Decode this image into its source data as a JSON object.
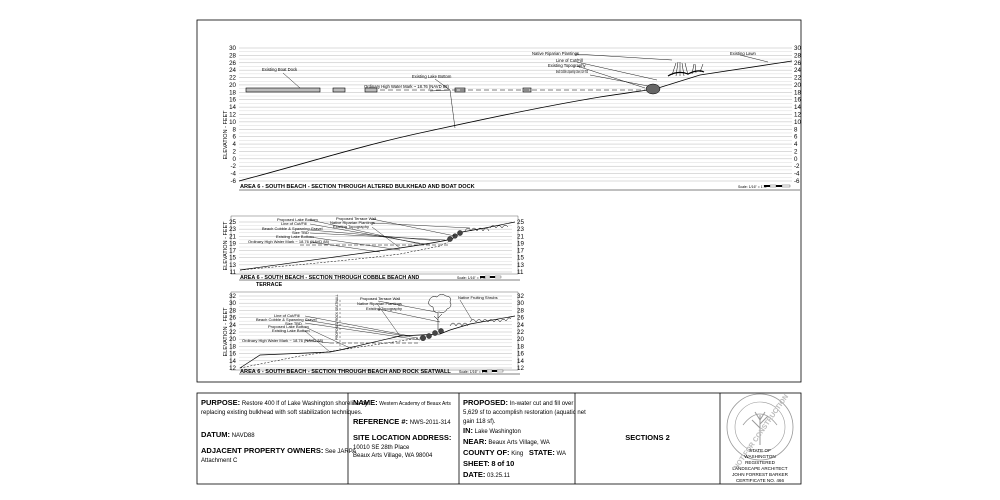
{
  "sections": [
    {
      "title": "AREA 6 - SOUTH BEACH - SECTION THROUGH ALTERED BULKHEAD AND BOAT DOCK",
      "axis_label": "ELEVATION - FEET",
      "ticks": [
        "30",
        "28",
        "26",
        "24",
        "22",
        "20",
        "18",
        "16",
        "14",
        "12",
        "10",
        "8",
        "6",
        "4",
        "2",
        "0",
        "-2",
        "-4",
        "-6"
      ],
      "right_ticks": [
        "30",
        "28",
        "26",
        "24",
        "22",
        "20",
        "18",
        "16",
        "14",
        "12",
        "10",
        "8",
        "6",
        "4",
        "2",
        "0",
        "-2",
        "-4",
        "-6"
      ],
      "scale": "Scale: 1/16\" = 1'-0\"",
      "callouts": {
        "boat_dock": "Existing Boat Dock",
        "lake_bottom": "Existing Lake Bottom",
        "ohwm": "Ordinary High Water Mark ~ 18.76 (NAVD 88)",
        "riparian": "Native Riparian Plantings",
        "cut_fill": "Line of Cut/Fill",
        "topo": "Existing Topography",
        "cobble": "Beach Cobble & Spawning Gravel, Size TBD",
        "lawn": "Existing Lawn"
      }
    },
    {
      "title": "AREA 6 - SOUTH BEACH - SECTION THROUGH COBBLE BEACH AND TERRACE",
      "axis_label": "ELEVATION - FEET",
      "ticks": [
        "25",
        "23",
        "21",
        "19",
        "17",
        "15",
        "13",
        "11"
      ],
      "right_ticks": [
        "25",
        "23",
        "21",
        "19",
        "17",
        "15",
        "13",
        "11"
      ],
      "scale": "Scale: 1/16\" = 1'-0\"",
      "callouts": {
        "proposed_bottom": "Proposed Lake Bottom",
        "cut_fill": "Line of Cut/Fill",
        "cobble": "Beach Cobble & Spawning Gravel",
        "size": "Size TBD",
        "lake_bottom": "Existing Lake Bottom",
        "ohwm": "Ordinary High Water Mark ~ 18.76 (NAVD 88)",
        "terrace_wall": "Proposed Terrace Wall",
        "riparian": "Native Riparian Plantings",
        "topo": "Existing Topography"
      }
    },
    {
      "title": "AREA 6 - SOUTH BEACH - SECTION THROUGH BEACH AND ROCK SEATWALL",
      "axis_label": "ELEVATION - FEET",
      "ticks": [
        "32",
        "30",
        "28",
        "26",
        "24",
        "22",
        "20",
        "18",
        "16",
        "14",
        "12"
      ],
      "right_ticks": [
        "32",
        "30",
        "28",
        "26",
        "24",
        "22",
        "20",
        "18",
        "16",
        "14",
        "12"
      ],
      "scale": "Scale: 1/16\" = 1'-0\"",
      "callouts": {
        "cut_fill": "Line of Cut/Fill",
        "cobble": "Beach Cobble & Spawning Gravel",
        "size": "Size TBD",
        "proposed_bottom": "Proposed Lake Bottom",
        "lake_bottom": "Existing Lake Bottom",
        "ohwm": "Ordinary High Water Mark ~ 18.76 (NAVD 88)",
        "terrace_wall": "Proposed Terrace Wall",
        "riparian": "Native Riparian Plantings",
        "topo": "Existing Topography",
        "shrubs": "Native Fruiting Shrubs",
        "vertical": "PROPOSED ROCK SEATWALL"
      }
    }
  ],
  "title_block": {
    "purpose_label": "PURPOSE:",
    "purpose_text1": "Restore 400 lf of Lake Washington shoreline by",
    "purpose_text2": "replacing existing bulkhead with soft stabilization techniques.",
    "datum_label": "DATUM:",
    "datum_value": "NAVD88",
    "adjacent_label": "ADJACENT PROPERTY OWNERS:",
    "adjacent_value": "See JARPA",
    "attachment": "Attachment C",
    "name_label": "NAME:",
    "name_value": "Western Academy of Beaux Arts",
    "reference_label": "REFERENCE #:",
    "reference_value": "NWS-2011-314",
    "site_label": "SITE LOCATION ADDRESS:",
    "site_line1": "10010 SE 28th Place",
    "site_line2": "Beaux Arts Village, WA 98004",
    "proposed_label": "PROPOSED:",
    "proposed_text1": "In-water cut and fill over",
    "proposed_text2": "5,629 sf to accomplish restoration (aquatic net",
    "proposed_text3": "gain 118 sf).",
    "in_label": "IN:",
    "in_value": "Lake Washington",
    "near_label": "NEAR:",
    "near_value": "Beaux Arts Village, WA",
    "county_label": "COUNTY OF:",
    "county_value": "King",
    "state_label": "STATE:",
    "state_value": "WA",
    "sheet_label": "SHEET:",
    "sheet_num": "8",
    "sheet_of": "of",
    "sheet_total": "10",
    "date_label": "DATE:",
    "date_value": "03.25.11",
    "drawing_title": "SECTIONS 2",
    "stamp_arc": "NOT FOR CONSTRUCTION",
    "seal_line1": "STATE OF",
    "seal_line2": "WASHINGTON",
    "seal_line3": "REGISTERED",
    "seal_line4": "LANDSCAPE ARCHITECT",
    "seal_name": "JOHN FORREST BARKER",
    "seal_cert": "CERTIFICATE NO. 466"
  }
}
